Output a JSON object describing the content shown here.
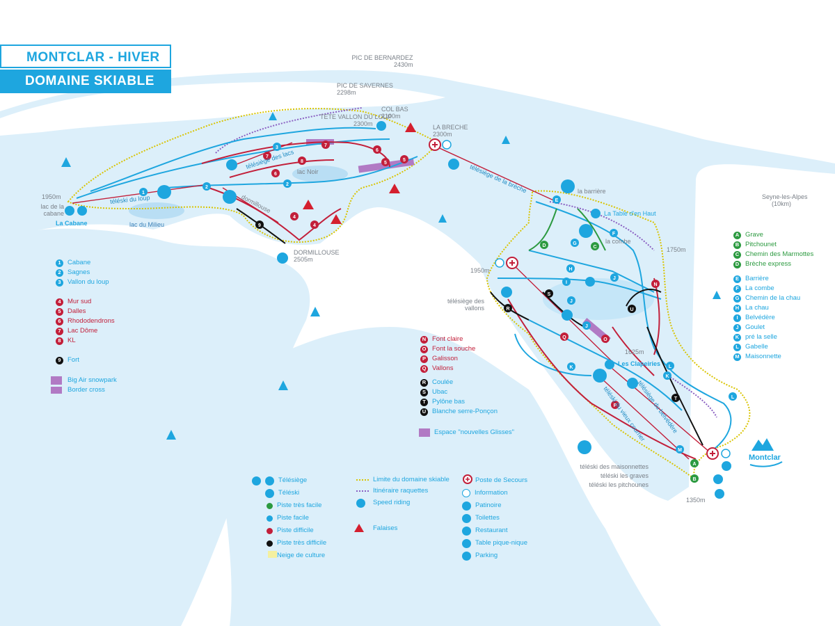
{
  "header": {
    "title_top": "MONTCLAR - HIVER",
    "title_bottom": "DOMAINE SKIABLE"
  },
  "colors": {
    "water": "#d9eefa",
    "piste_blue": "#1ea6df",
    "piste_red": "#c21f3a",
    "piste_green": "#2c9a40",
    "piste_black": "#111111",
    "boundary": "#d9c400",
    "snowshoe": "#8a5fc2",
    "snowpark": "#b17ac4"
  },
  "peaks": [
    {
      "name": "PIC DE BERNARDEZ",
      "alt": "2430m"
    },
    {
      "name": "PIC DE SAVERNES",
      "alt": "2298m"
    },
    {
      "name": "COL BAS",
      "alt": "2100m"
    },
    {
      "name": "TETE VALLON DU LOUP",
      "alt": "2300m"
    },
    {
      "name": "LA BRECHE",
      "alt": "2300m"
    },
    {
      "name": "DORMILLOUSE",
      "alt": "2505m"
    }
  ],
  "places": {
    "cabane_alt": "1950m",
    "lac_cabane": "lac de la cabane",
    "la_cabane": "La Cabane",
    "lac_milieu": "lac du Milieu",
    "lac_noir": "lac Noir",
    "dormillouse_slope": "dormillouse",
    "seyne": "Seyne-les-Alpes",
    "seyne_dist": "(10km)",
    "table_haut": "La Table d'en Haut",
    "la_barriere": "la barrière",
    "la_combe": "la combe",
    "alt_1750": "1750m",
    "alt_1950b": "1950m",
    "alt_1625": "1625m",
    "alt_1350": "1350m",
    "clapeiries": "Les Clapeiries",
    "montclar_logo": "Montclar"
  },
  "lifts": {
    "lacs": "télésiège des lacs",
    "loup": "téléski du loup",
    "breche": "télésiège de la brèche",
    "vallons": "télésiège des vallons",
    "vieux": "téléski du vieux courrier",
    "belvedere": "télésiège du belvédère",
    "maisonnettes": "téléski des maisonnettes",
    "graves": "téléski les graves",
    "pitchounes": "téléski les pitchounes"
  },
  "legend_left": {
    "blue": [
      {
        "n": "1",
        "t": "Cabane"
      },
      {
        "n": "2",
        "t": "Sagnes"
      },
      {
        "n": "3",
        "t": "Vallon du loup"
      }
    ],
    "red": [
      {
        "n": "4",
        "t": "Mur sud"
      },
      {
        "n": "5",
        "t": "Dalles"
      },
      {
        "n": "6",
        "t": "Rhododendrons"
      },
      {
        "n": "7",
        "t": "Lac Dôme"
      },
      {
        "n": "8",
        "t": "KL"
      }
    ],
    "black": [
      {
        "n": "9",
        "t": "Fort"
      }
    ],
    "snowpark": "Big Air snowpark",
    "border_cross": "Border cross"
  },
  "legend_mid": {
    "red": [
      {
        "n": "N",
        "t": "Font claire"
      },
      {
        "n": "O",
        "t": "Font la souche"
      },
      {
        "n": "P",
        "t": "Galisson"
      },
      {
        "n": "Q",
        "t": "Vallons"
      }
    ],
    "black": [
      {
        "n": "R",
        "t": "Coulée"
      },
      {
        "n": "S",
        "t": "Ubac"
      },
      {
        "n": "T",
        "t": "Pylône bas"
      },
      {
        "n": "U",
        "t": "Blanche serre-Ponçon"
      }
    ],
    "glisses": "Espace \"nouvelles Glisses\""
  },
  "legend_right": {
    "green": [
      {
        "n": "A",
        "t": "Grave"
      },
      {
        "n": "B",
        "t": "Pitchounet"
      },
      {
        "n": "C",
        "t": "Chemin des Marmottes"
      },
      {
        "n": "D",
        "t": "Brèche express"
      }
    ],
    "blue": [
      {
        "n": "E",
        "t": "Barrière"
      },
      {
        "n": "F",
        "t": "La combe"
      },
      {
        "n": "G",
        "t": "Chemin de la chau"
      },
      {
        "n": "H",
        "t": "La chau"
      },
      {
        "n": "I",
        "t": "Belvédère"
      },
      {
        "n": "J",
        "t": "Goulet"
      },
      {
        "n": "K",
        "t": "pré la selle"
      },
      {
        "n": "L",
        "t": "Gabelle"
      },
      {
        "n": "M",
        "t": "Maisonnette"
      }
    ]
  },
  "legend_bottom": {
    "col1": [
      "Télésiège",
      "Téléski",
      "Piste très facile",
      "Piste facile",
      "Piste difficile",
      "Piste très difficile",
      "Neige de culture"
    ],
    "col2": [
      "Limite du domaine skiable",
      "Itinéraire raquettes",
      "Speed riding",
      "Falaises"
    ],
    "col3": [
      "Poste de Secours",
      "Information",
      "Patinoire",
      "Toilettes",
      "Restaurant",
      "Table pique-nique",
      "Parking"
    ]
  }
}
